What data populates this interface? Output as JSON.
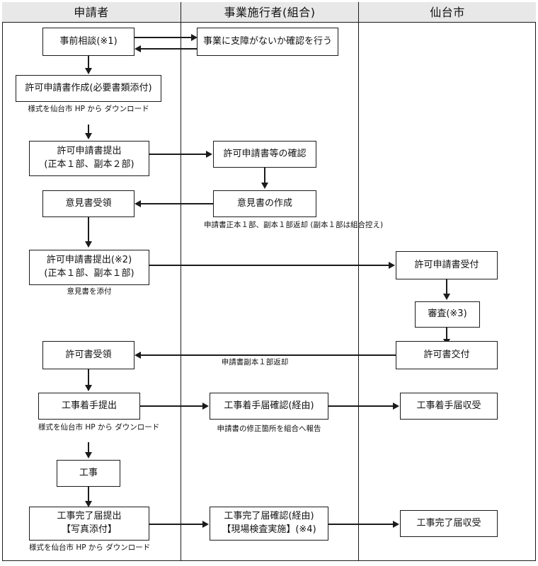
{
  "columns": [
    {
      "id": "applicant",
      "label": "申請者"
    },
    {
      "id": "operator",
      "label": "事業施行者(組合)"
    },
    {
      "id": "city",
      "label": "仙台市"
    }
  ],
  "nodes": {
    "pre_consult": {
      "lines": [
        "事前相談(※1)"
      ]
    },
    "confirm_no_problem": {
      "lines": [
        "事業に支障がないか確認を行う"
      ]
    },
    "create_app": {
      "lines": [
        "許可申請書作成(必要書類添付)"
      ]
    },
    "submit_app_1": {
      "lines": [
        "許可申請書提出",
        "(正本１部、副本２部)"
      ]
    },
    "check_app": {
      "lines": [
        "許可申請書等の確認"
      ]
    },
    "receive_opinion": {
      "lines": [
        "意見書受領"
      ]
    },
    "create_opinion": {
      "lines": [
        "意見書の作成"
      ]
    },
    "submit_app_2": {
      "lines": [
        "許可申請書提出(※2)",
        "(正本１部、副本１部)"
      ]
    },
    "accept_app": {
      "lines": [
        "許可申請書受付"
      ]
    },
    "review": {
      "lines": [
        "審査(※3)"
      ]
    },
    "issue_permit": {
      "lines": [
        "許可書交付"
      ]
    },
    "receive_permit": {
      "lines": [
        "許可書受領"
      ]
    },
    "submit_start": {
      "lines": [
        "工事着手提出"
      ]
    },
    "check_start": {
      "lines": [
        "工事着手届確認(経由)"
      ]
    },
    "accept_start": {
      "lines": [
        "工事着手届収受"
      ]
    },
    "construction": {
      "lines": [
        "工事"
      ]
    },
    "submit_complete": {
      "lines": [
        "工事完了届提出",
        "【写真添付】"
      ]
    },
    "check_complete": {
      "lines": [
        "工事完了届確認(経由)",
        "【現場検査実施】(※4)"
      ]
    },
    "accept_complete": {
      "lines": [
        "工事完了届収受"
      ]
    }
  },
  "notes": {
    "download_1": {
      "lines": [
        "様式を仙台市 HP から",
        "ダウンロード"
      ]
    },
    "return_docs": {
      "lines": [
        "申請書正本１部、副本１部返却",
        "(副本１部は組合控え)"
      ]
    },
    "attach_opinion": {
      "lines": [
        "意見書を添付"
      ]
    },
    "return_copy": {
      "lines": [
        "申請書副本１部返却"
      ]
    },
    "download_2": {
      "lines": [
        "様式を仙台市 HP から",
        "ダウンロード"
      ]
    },
    "report_fix": {
      "lines": [
        "申請書の修正箇所を組合へ報告"
      ]
    },
    "download_3": {
      "lines": [
        "様式を仙台市 HP から",
        "ダウンロード"
      ]
    }
  },
  "colors": {
    "line": "#1b1b1b",
    "header_fill": "#e8e8e8",
    "background": "#ffffff",
    "text": "#111111"
  }
}
